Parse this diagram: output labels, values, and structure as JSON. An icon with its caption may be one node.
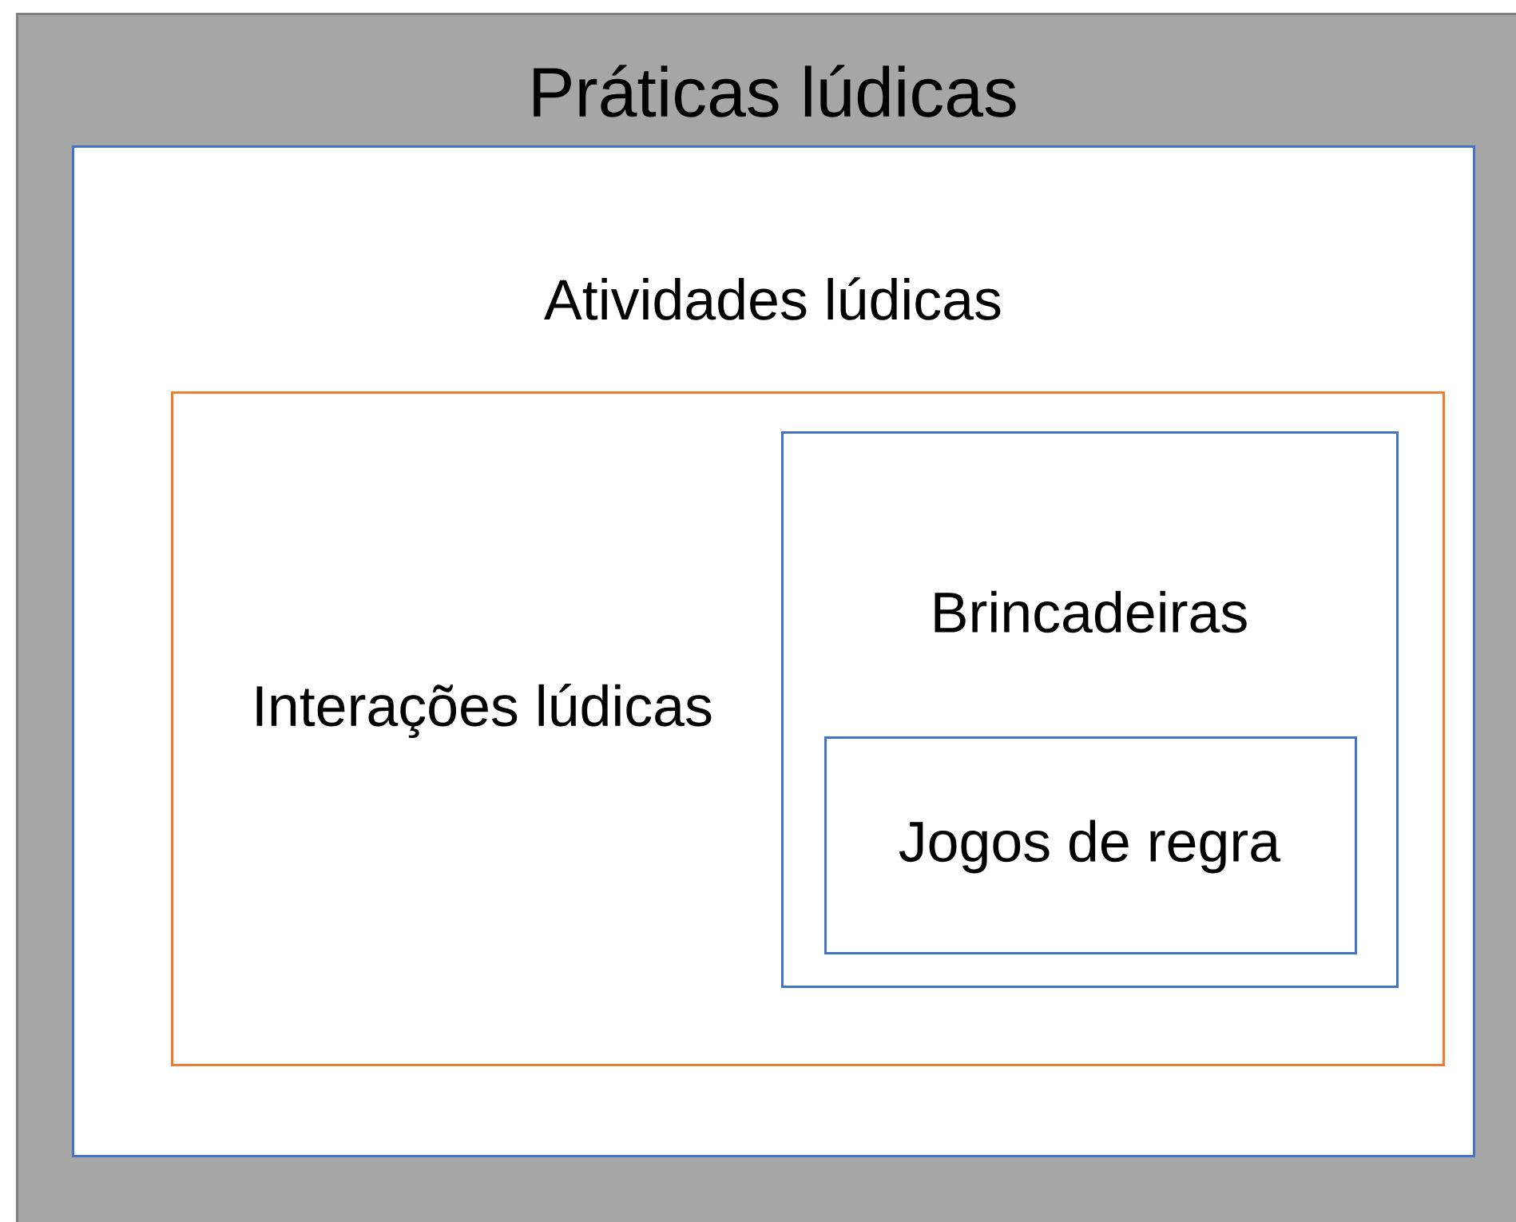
{
  "diagram": {
    "nodes": [
      {
        "text": [
          "Práticas lúdicas"
        ]
      },
      {
        "text": [
          "Atividades lúdicas"
        ],
        "in": 0
      },
      {
        "text": [
          "Interações lúdicas"
        ],
        "in": 1
      },
      {
        "text": [
          "Brincadeiras"
        ],
        "in": 2
      },
      {
        "text": [
          "Jogos de regra"
        ],
        "in": 3
      }
    ]
  }
}
